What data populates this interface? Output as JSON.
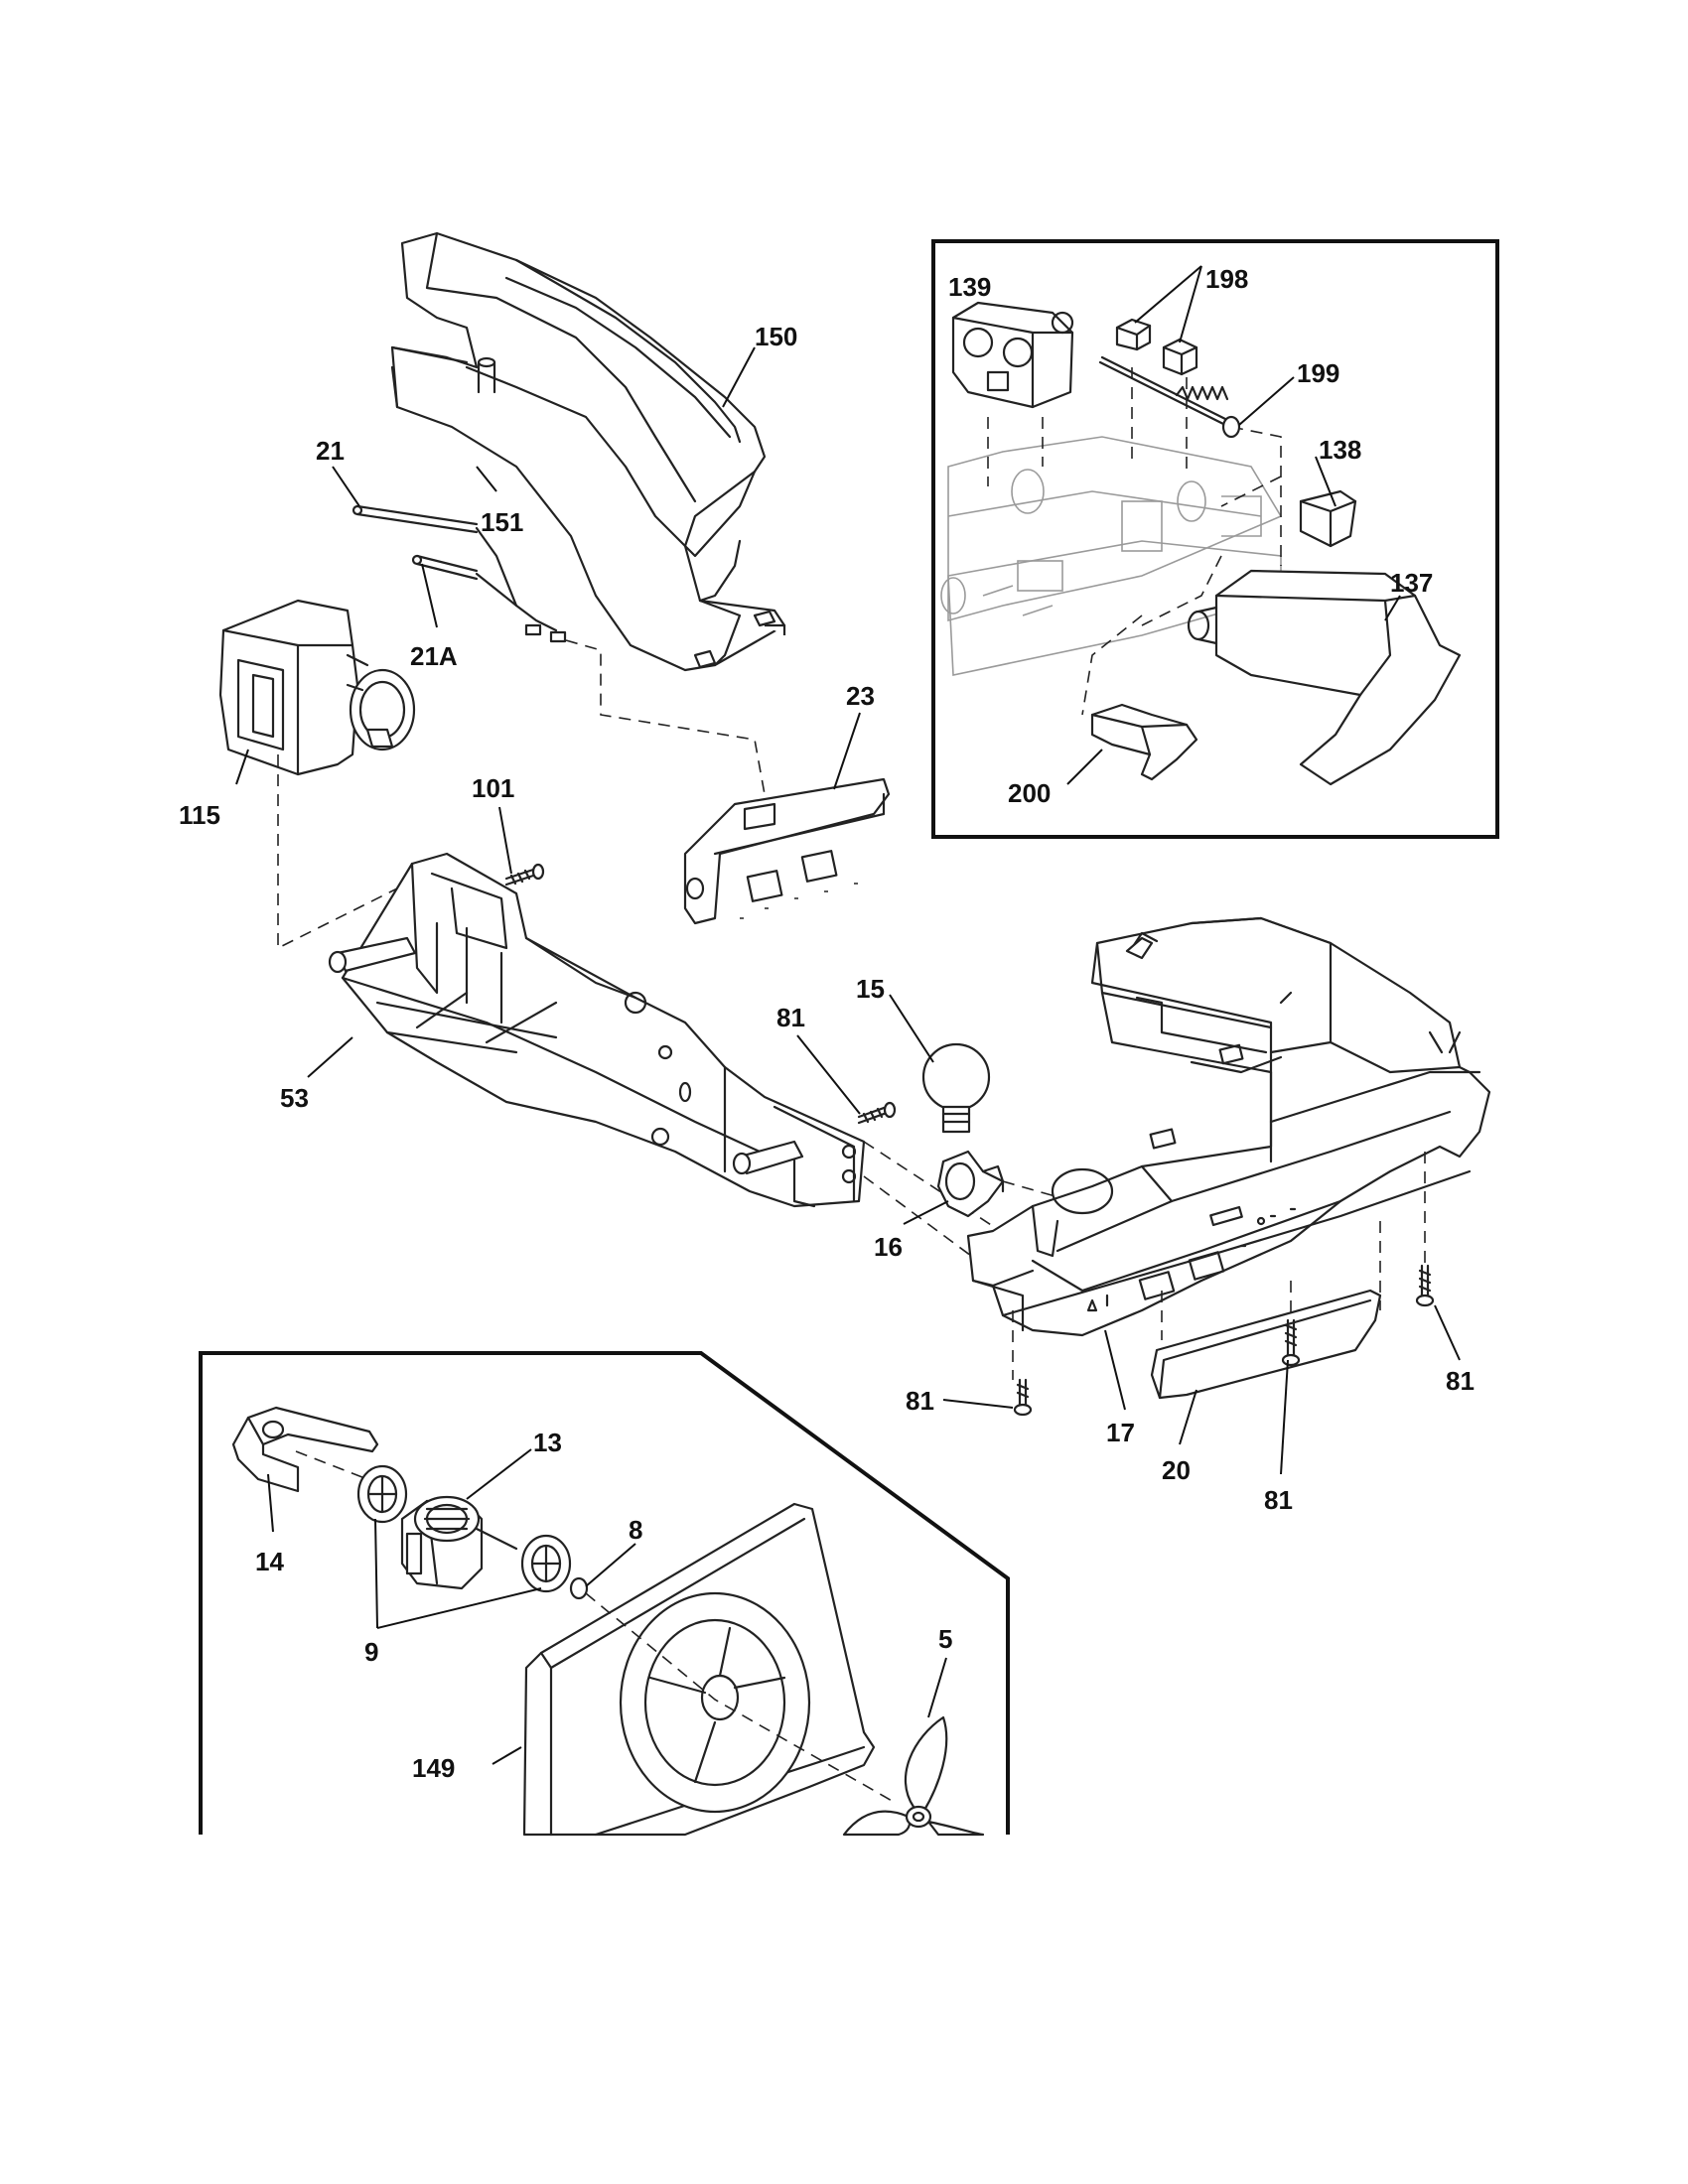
{
  "diagram": {
    "callouts": {
      "p150": "150",
      "p151": "151",
      "p21": "21",
      "p21a": "21A",
      "p115": "115",
      "p101": "101",
      "p23": "23",
      "p53": "53",
      "p81_a": "81",
      "p15": "15",
      "p16": "16",
      "p17": "17",
      "p20": "20",
      "p81_b": "81",
      "p81_c": "81",
      "p81_d": "81",
      "p139": "139",
      "p198": "198",
      "p199": "199",
      "p138": "138",
      "p137": "137",
      "p200": "200",
      "p13": "13",
      "p14": "14",
      "p9": "9",
      "p8": "8",
      "p5": "5",
      "p149": "149"
    }
  }
}
